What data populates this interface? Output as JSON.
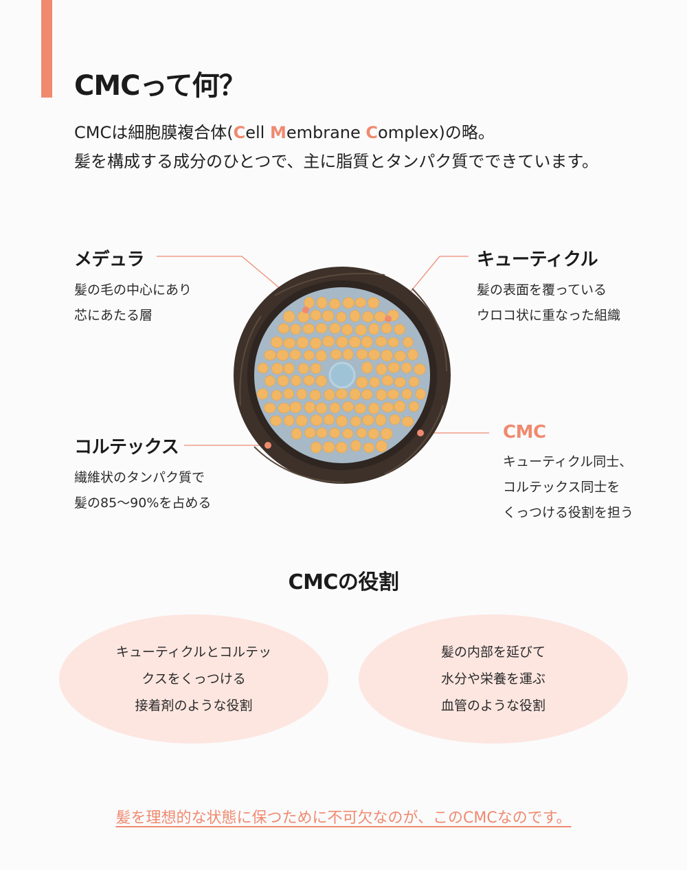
{
  "header": {
    "title": "CMCって何？",
    "intro": {
      "line1_prefix": "CMCは細胞膜複合体(",
      "c_letter": "C",
      "cell_rest": "ell ",
      "m_letter": "M",
      "membrane_rest": "embrane ",
      "c2_letter": "C",
      "complex_rest": "omplex)の略。",
      "line2": "髪を構成する成分のひとつで、主に脂質とタンパク質でできています。"
    }
  },
  "diagram": {
    "medulla": {
      "title": "メデュラ",
      "line1": "髪の毛の中心にあり",
      "line2": "芯にあたる層"
    },
    "cuticle": {
      "title": "キューティクル",
      "line1": "髪の表面を覆っている",
      "line2": "ウロコ状に重なった組織"
    },
    "cortex": {
      "title": "コルテックス",
      "line1": "繊維状のタンパク質で",
      "line2": "髪の85〜90%を占める"
    },
    "cmc": {
      "title": "CMC",
      "line1": "キューティクル同士、",
      "line2": "コルテックス同士を",
      "line3": "くっつける役割を担う"
    }
  },
  "roles": {
    "title": "CMCの役割",
    "left": {
      "line1": "キューティクルとコルテッ",
      "line2": "クスをくっつける",
      "line3": "接着剤のような役割"
    },
    "right": {
      "line1": "髪の内部を延びて",
      "line2": "水分や栄養を運ぶ",
      "line3": "血管のような役割"
    }
  },
  "footer": {
    "note": "髪を理想的な状態に保つために不可欠なのが、このCMCなのです。"
  },
  "colors": {
    "accent": "#ef8a6f",
    "role_bg": "#fde6e0",
    "cuticle": "#3d3129",
    "cortex_bg": "#a7b9c6",
    "cell_fill": "#f1b764",
    "medulla": "#9fc3d6"
  }
}
